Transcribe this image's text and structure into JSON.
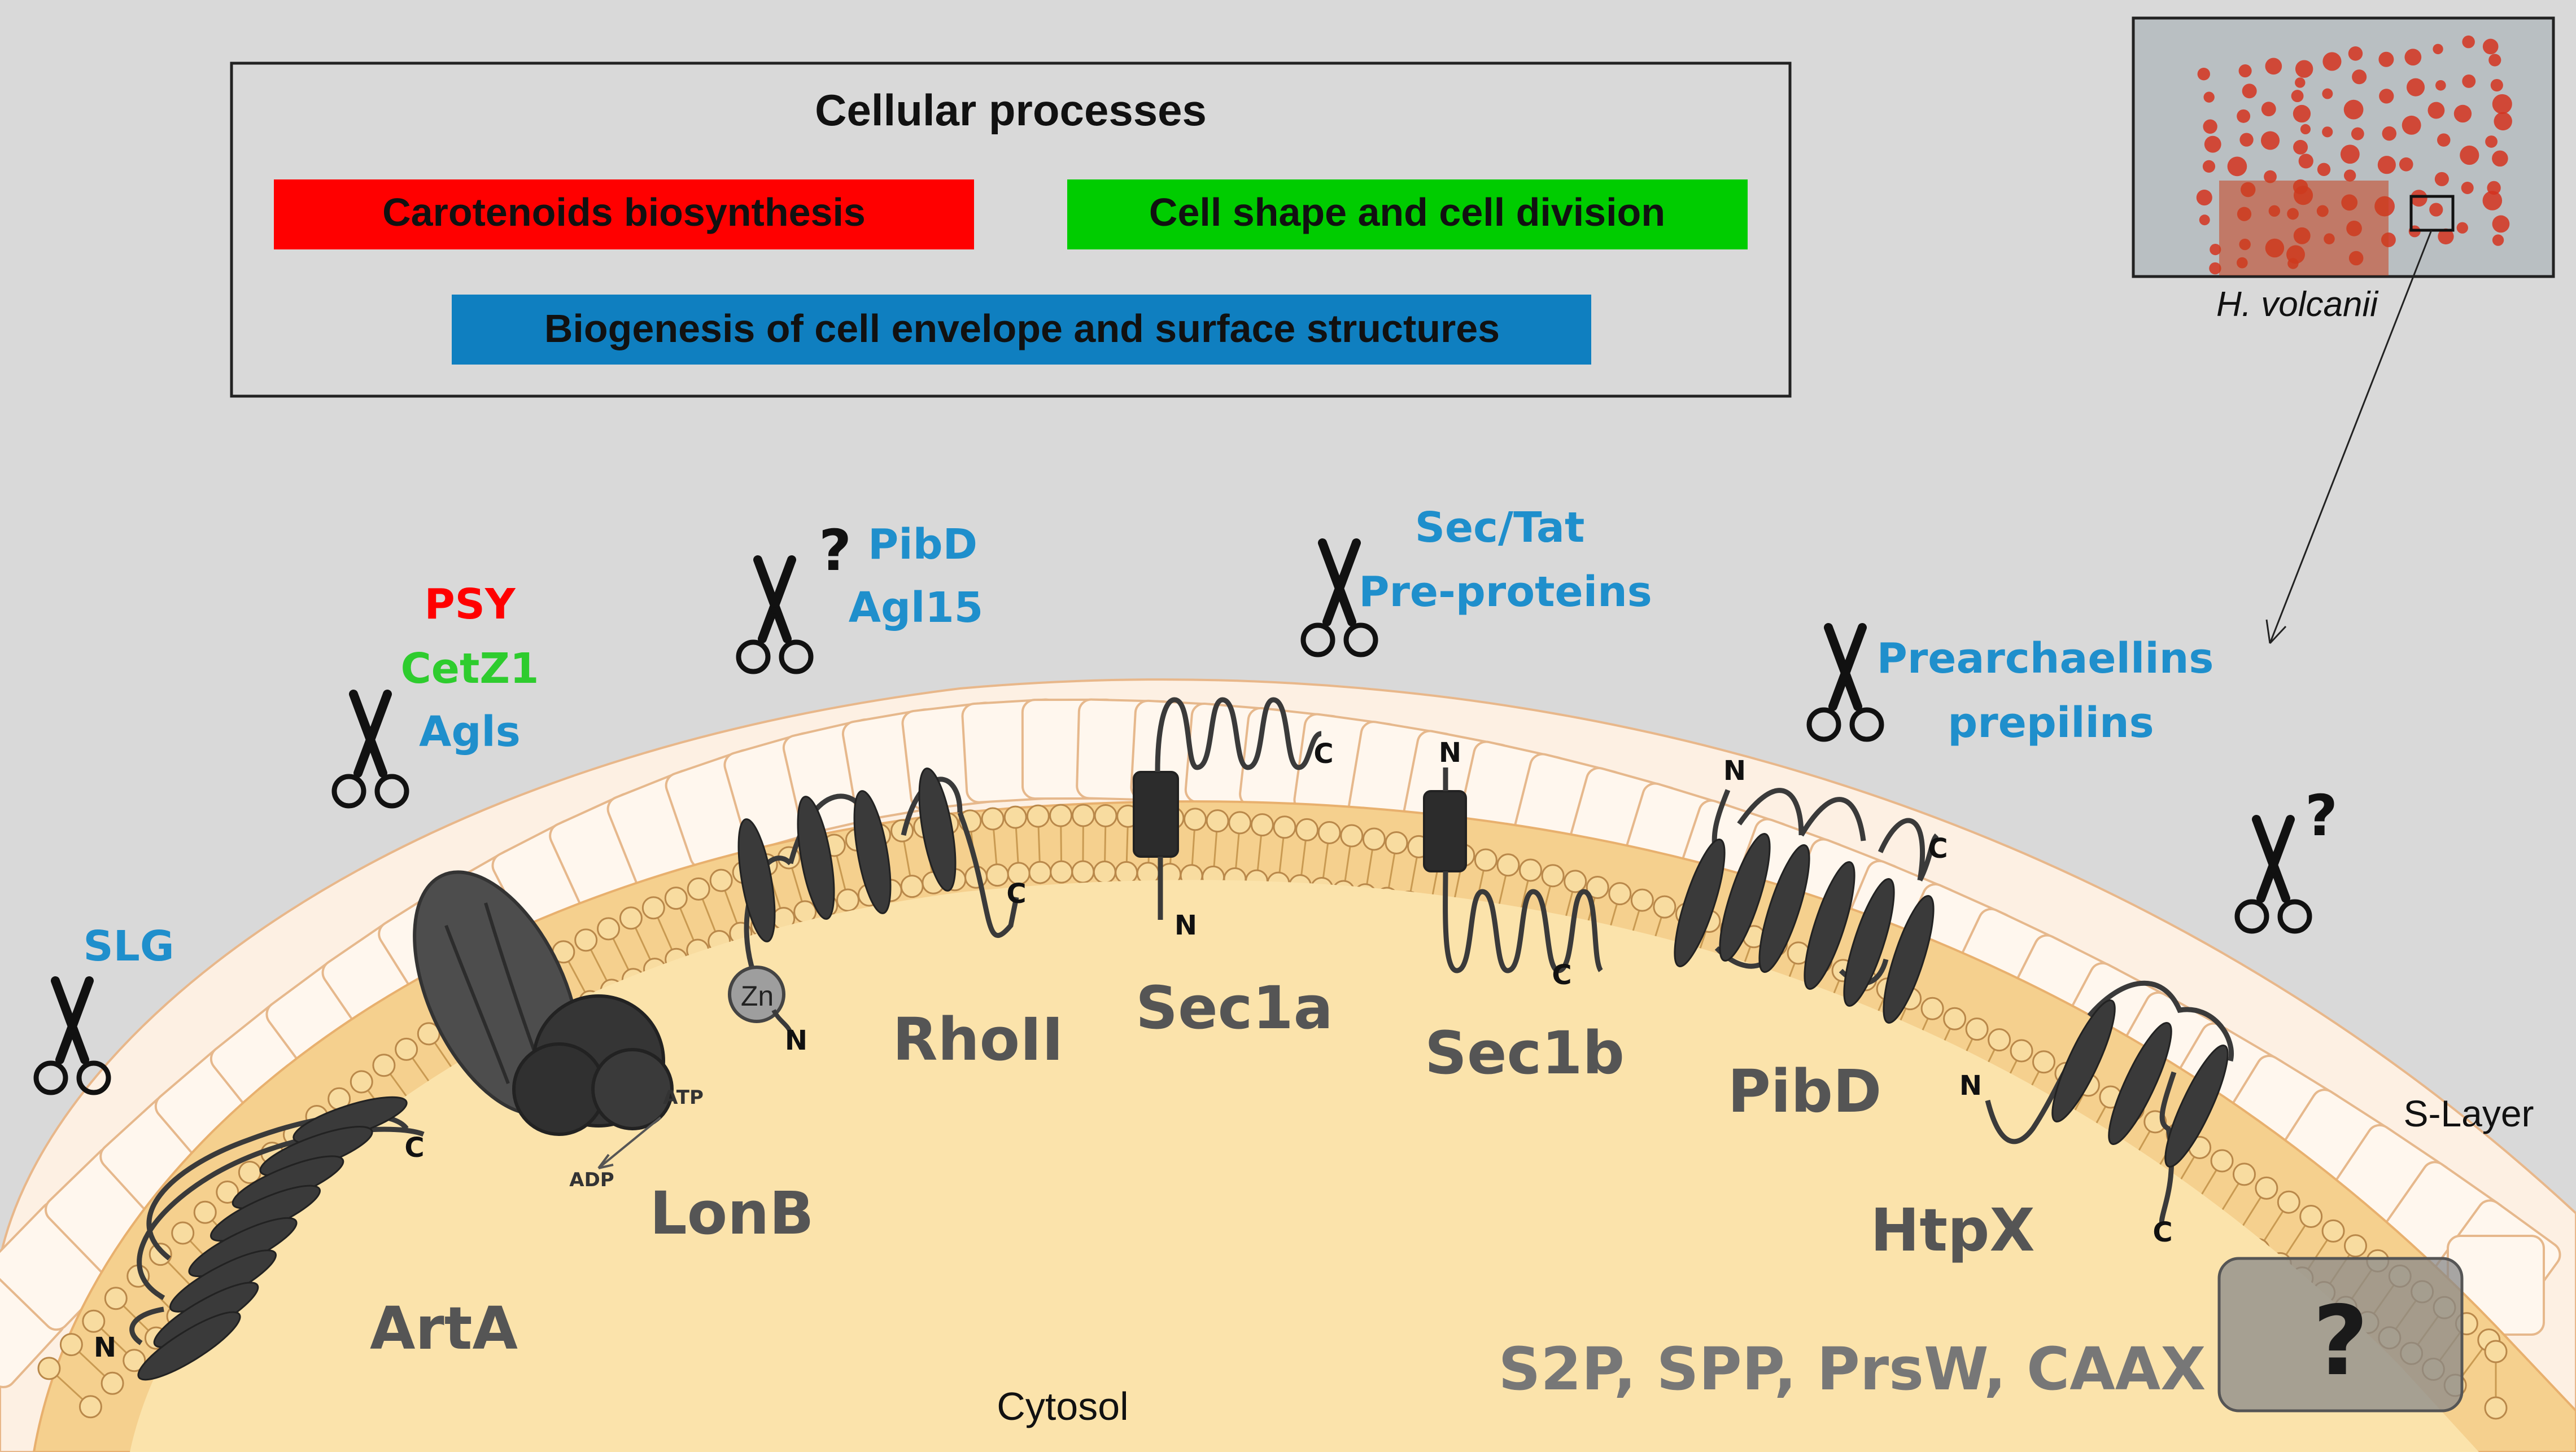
{
  "legend": {
    "title": "Cellular processes",
    "items": [
      {
        "label": "Carotenoids biosynthesis",
        "color": "#ff0000"
      },
      {
        "label": "Cell shape and cell division",
        "color": "#00cc00"
      },
      {
        "label": "Biogenesis of cell envelope and surface structures",
        "color": "#0f7fc0"
      }
    ]
  },
  "inset": {
    "caption": "H. volcanii"
  },
  "substrates": {
    "slg": "SLG",
    "psy": "PSY",
    "cetz1": "CetZ1",
    "agls": "Agls",
    "pibd": "PibD",
    "agl15": "Agl15",
    "sec_tat": "Sec/Tat",
    "pre_proteins": "Pre-proteins",
    "prearchaellins": "Prearchaellins",
    "prepilins": "prepilins",
    "question": "?"
  },
  "proteases": {
    "arta": "ArtA",
    "lonb": "LonB",
    "rhoii": "RhoII",
    "sec1a": "Sec1a",
    "sec1b": "Sec1b",
    "pibd": "PibD",
    "htpx": "HtpX",
    "others": "S2P, SPP, PrsW, CAAX",
    "unknown": "?"
  },
  "annotations": {
    "s_layer": "S-Layer",
    "cytosol": "Cytosol",
    "atp": "ATP",
    "adp": "ADP",
    "zn": "Zn",
    "n": "N",
    "c": "C"
  },
  "colors": {
    "background": "#d9d9d9",
    "cytosol": "#fbe3ab",
    "membrane": "#f5d08e",
    "s_layer": "#fff3e8",
    "protein": "#3a3a3a",
    "substrate_blue": "#1f8fcc",
    "substrate_red": "#ff0000",
    "substrate_green": "#2ecc2e",
    "protease_label": "#555555"
  }
}
